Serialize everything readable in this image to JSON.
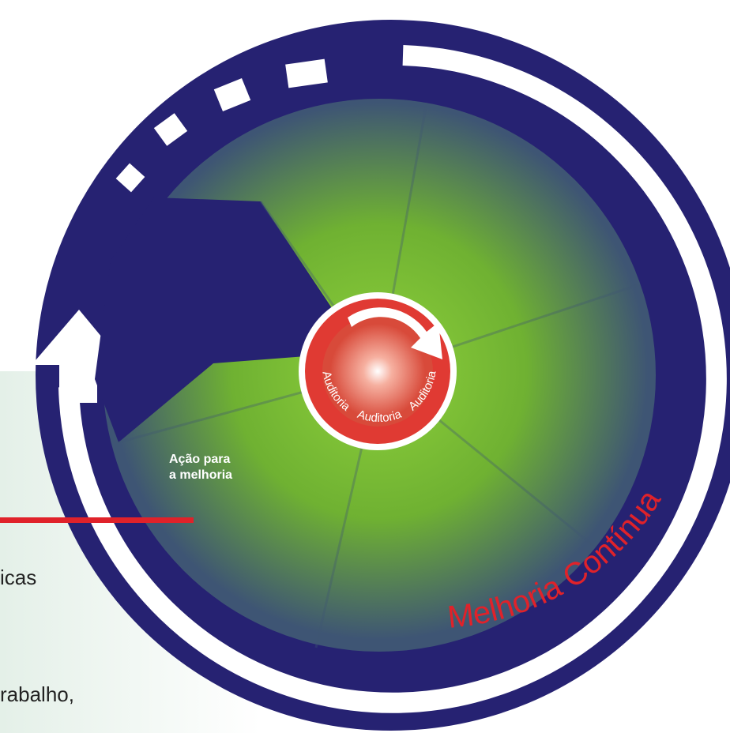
{
  "colors": {
    "navy": "#262272",
    "green": "#7fc42b",
    "slate": "#3f5878",
    "red": "#e0222a",
    "panel": "#e6f1ea",
    "white": "#ffffff"
  },
  "diagram": {
    "ring_label": "Melhoria Contínua",
    "center_labels": [
      "Auditoria",
      "Auditoria",
      "Auditoria"
    ],
    "segment_label_line1": "Ação para",
    "segment_label_line2": "a melhoria"
  },
  "side_text": {
    "line1": "icas",
    "line2": "rabalho,"
  },
  "icons": {
    "ring_arrow": "arrow-up-icon",
    "center_arrow": "circular-arrow-icon"
  }
}
